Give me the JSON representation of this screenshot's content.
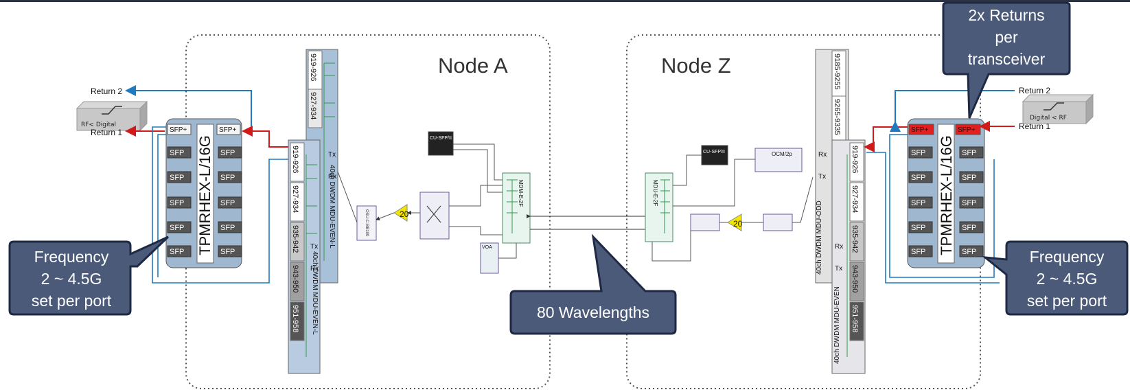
{
  "nodes": {
    "node_a": "Node A",
    "node_z": "Node Z"
  },
  "callouts": {
    "freq_left": [
      "Frequency",
      "2 ~ 4.5G",
      "set per port"
    ],
    "freq_right": [
      "Frequency",
      "2 ~ 4.5G",
      "set per port"
    ],
    "returns": [
      "2x Returns",
      "per",
      "transceiver"
    ],
    "wavelengths": "80 Wavelengths"
  },
  "converters": {
    "left": "RF< Digital",
    "right": "Digital < RF"
  },
  "returns": {
    "left_return2": "Return 2",
    "left_return1": "Return 1",
    "right_return2": "Return 2",
    "right_return1": "Return 1"
  },
  "transceivers": {
    "left": {
      "model": "TPMRHEX-L/16G",
      "port_label": "SFP",
      "top_port": "SFP+"
    },
    "right": {
      "model": "TPMRHEX-L/16G",
      "port_label": "SFP",
      "top_port": "SFP+"
    }
  },
  "mux_left": {
    "outer": {
      "label": "40ch DWDM MDU-EVEN-L",
      "bands": [
        "919-926",
        "927-934"
      ],
      "tx": "Tx",
      "rx": "Rx"
    },
    "inner": {
      "label": "40ch DWDM MDU-EVEN-L",
      "bands": [
        "919-926",
        "927-934",
        "935-942",
        "943-950",
        "951-958"
      ],
      "tx": "Tx",
      "rx": "Rx"
    }
  },
  "mux_right": {
    "outer": {
      "label": "40ch DWDM MDU-ODD",
      "bands": [
        "9185-9255",
        "9265-9335"
      ],
      "tx": "Tx",
      "rx": "Rx"
    },
    "inner": {
      "label": "40ch DWDM MDU-EVEN",
      "bands": [
        "919-926",
        "927-934",
        "935-942",
        "943-950",
        "951-958"
      ],
      "tx": "Tx",
      "rx": "Rx"
    }
  },
  "optics": {
    "amp_gain": "20",
    "cu_sfp": "CU-SFP/II",
    "mdm_left": "MDM-E-2F",
    "mdm_right": "MDU-E-2F",
    "occ": "OCM/2p",
    "voa": "VOA",
    "osu": "OSU-C-BB100"
  },
  "colors": {
    "callout_fill": "#4a5a78",
    "callout_border": "#1e2a44",
    "return_blue": "#1f7ac0",
    "return_red": "#d11a1a",
    "sfp_red": "#e21f1f",
    "amp_yellow": "#f2e600",
    "panel_blue": "#9fb8d0",
    "fiber_green": "#2f9a4a"
  }
}
